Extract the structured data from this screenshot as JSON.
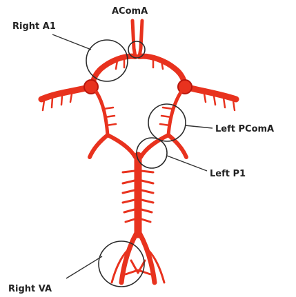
{
  "diagram": {
    "labels": {
      "acoma": "AComA",
      "right_a1": "Right A1",
      "left_pcoma": "Left PComA",
      "left_p1": "Left P1",
      "right_va": "Right VA"
    },
    "colors": {
      "artery": "#e8321e",
      "artery_dark": "#b8160c",
      "highlight": "#ff7a5c",
      "circle": "#2b2b2b",
      "leader": "#333333",
      "text": "#222222"
    }
  }
}
